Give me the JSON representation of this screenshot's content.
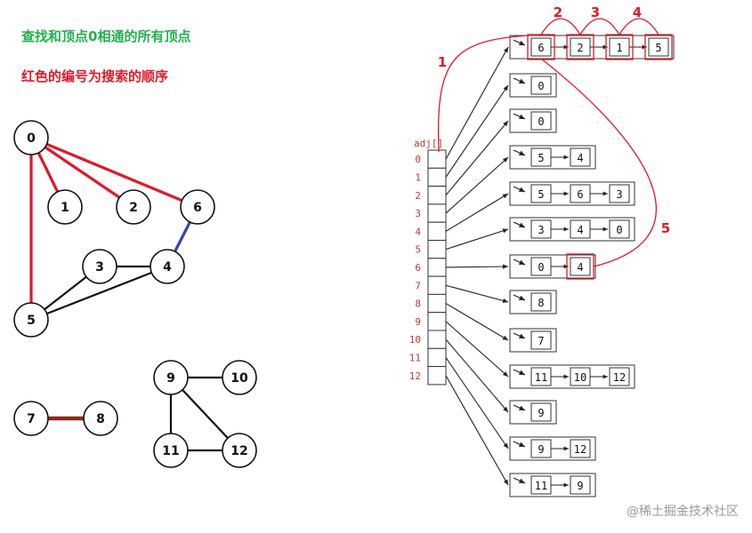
{
  "heading": "查找和顶点0相通的所有顶点",
  "subheading": "红色的编号为搜索的顺序",
  "graph": {
    "nodes": [
      "0",
      "1",
      "2",
      "3",
      "4",
      "5",
      "6",
      "7",
      "8",
      "9",
      "10",
      "11",
      "12"
    ],
    "edges": [
      {
        "from": "0",
        "to": "1",
        "color": "red"
      },
      {
        "from": "0",
        "to": "2",
        "color": "red"
      },
      {
        "from": "0",
        "to": "6",
        "color": "red"
      },
      {
        "from": "0",
        "to": "5",
        "color": "red"
      },
      {
        "from": "6",
        "to": "4",
        "color": "blue"
      },
      {
        "from": "3",
        "to": "4",
        "color": "black"
      },
      {
        "from": "3",
        "to": "5",
        "color": "black"
      },
      {
        "from": "4",
        "to": "5",
        "color": "black"
      },
      {
        "from": "7",
        "to": "8",
        "color": "darkred"
      },
      {
        "from": "9",
        "to": "10",
        "color": "black"
      },
      {
        "from": "9",
        "to": "11",
        "color": "black"
      },
      {
        "from": "9",
        "to": "12",
        "color": "black"
      },
      {
        "from": "11",
        "to": "12",
        "color": "black"
      }
    ]
  },
  "adj": {
    "label": "adj[]",
    "indices": [
      "0",
      "1",
      "2",
      "3",
      "4",
      "5",
      "6",
      "7",
      "8",
      "9",
      "10",
      "11",
      "12"
    ],
    "lists": [
      [
        "6",
        "2",
        "1",
        "5"
      ],
      [
        "0"
      ],
      [
        "0"
      ],
      [
        "5",
        "4"
      ],
      [
        "5",
        "6",
        "3"
      ],
      [
        "3",
        "4",
        "0"
      ],
      [
        "0",
        "4"
      ],
      [
        "8"
      ],
      [
        "7"
      ],
      [
        "11",
        "10",
        "12"
      ],
      [
        "9"
      ],
      [
        "9",
        "12"
      ],
      [
        "11",
        "9"
      ]
    ]
  },
  "search_order": [
    "1",
    "2",
    "3",
    "4",
    "5"
  ],
  "colors": {
    "red": "#e0192a",
    "blue": "#3742b8",
    "darkred": "#8b2a1f",
    "green": "#22b14c",
    "index": "#c0392b"
  },
  "watermark": "@稀土掘金技术社区"
}
